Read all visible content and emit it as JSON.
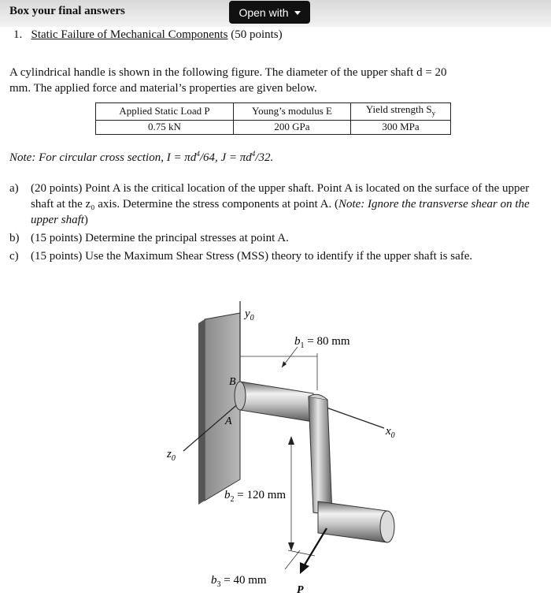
{
  "toolbar": {
    "heading": "Box your final answers",
    "open_label": "Open with"
  },
  "question": {
    "number": "1.",
    "title": "Static Failure of Mechanical Components",
    "points": "(50 points)"
  },
  "intro": {
    "line1": "A cylindrical handle is shown in the following figure. The diameter of the upper shaft d = 20",
    "line2": "mm. The applied force and material’s properties are given below."
  },
  "table": {
    "headers": [
      "Applied Static Load P",
      "Young’s modulus E",
      "Yield strength S"
    ],
    "yield_subscript": "y",
    "values": [
      "0.75 kN",
      "200 GPa",
      "300 MPa"
    ]
  },
  "note": {
    "prefix": "Note: For circular cross section, I = πd",
    "mid": "/64, J = πd",
    "suffix": "/32.",
    "exp": "4"
  },
  "parts": [
    {
      "label": "a)",
      "text": "(20 points) Point A is the critical location of the upper shaft. Point A is located on the surface of the upper shaft at the z₀ axis.  Determine the stress components at point A. (",
      "italic": "Note: Ignore the transverse shear on the upper shaft",
      "tail": ")"
    },
    {
      "label": "b)",
      "text": "(15 points) Determine the principal stresses at point A."
    },
    {
      "label": "c)",
      "text": "(15 points) Use the Maximum Shear Stress (MSS) theory to identify if the upper shaft is safe."
    }
  ],
  "figure": {
    "y_axis": "y",
    "x_axis": "x",
    "z_axis": "z",
    "axis_sub": "0",
    "point_a": "A",
    "point_b": "B",
    "b1": {
      "sym": "b",
      "sub": "1",
      "val": " = 80 mm"
    },
    "b2": {
      "sym": "b",
      "sub": "2",
      "val": " = 120 mm"
    },
    "b3": {
      "sym": "b",
      "sub": "3",
      "val": " = 40 mm"
    },
    "force": "P"
  }
}
